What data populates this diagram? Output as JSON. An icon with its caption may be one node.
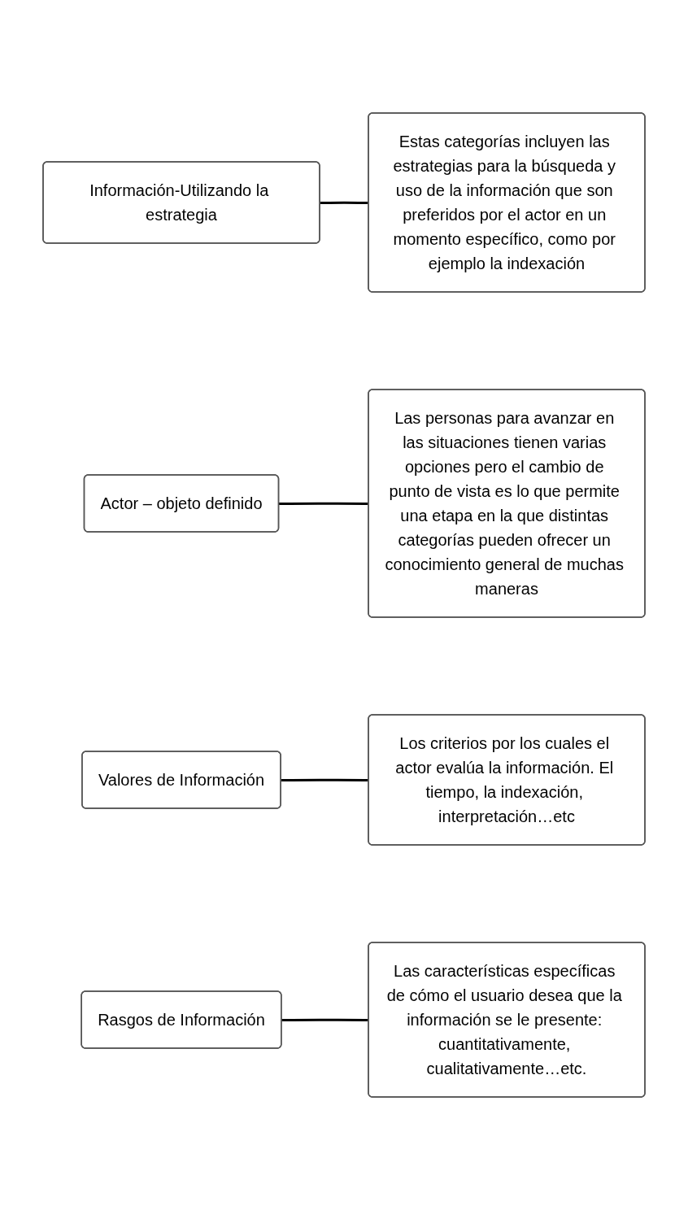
{
  "diagram": {
    "nodes": [
      {
        "text": [
          "Información-Utilizando la estrategia"
        ]
      },
      {
        "text": [
          "Estas categorías incluyen las estrategias para la búsqueda y uso de la información que son preferidos por el actor en un momento específico, como por ejemplo la indexación"
        ]
      },
      {
        "text": [
          "Actor – objeto definido"
        ]
      },
      {
        "text": [
          "Las personas para avanzar en las situaciones tienen varias opciones pero el cambio de punto de vista es lo que permite una etapa en la que distintas categorías pueden ofrecer un conocimiento general de muchas maneras"
        ]
      },
      {
        "text": [
          "Valores de Información"
        ]
      },
      {
        "text": [
          "Los criterios por los cuales el actor evalúa la información. El tiempo, la indexación, interpretación…etc"
        ]
      },
      {
        "text": [
          "Rasgos de Información"
        ]
      },
      {
        "text": [
          "Las características específicas de cómo el usuario desea que la información se le presente: cuantitativamente, cualitativamente…etc."
        ]
      }
    ],
    "edges": [
      {
        "from": 0,
        "to": 1,
        "arrow": "none"
      },
      {
        "from": 2,
        "to": 3,
        "arrow": "none"
      },
      {
        "from": 4,
        "to": 5,
        "arrow": "none"
      },
      {
        "from": 6,
        "to": 7,
        "arrow": "none"
      }
    ]
  }
}
